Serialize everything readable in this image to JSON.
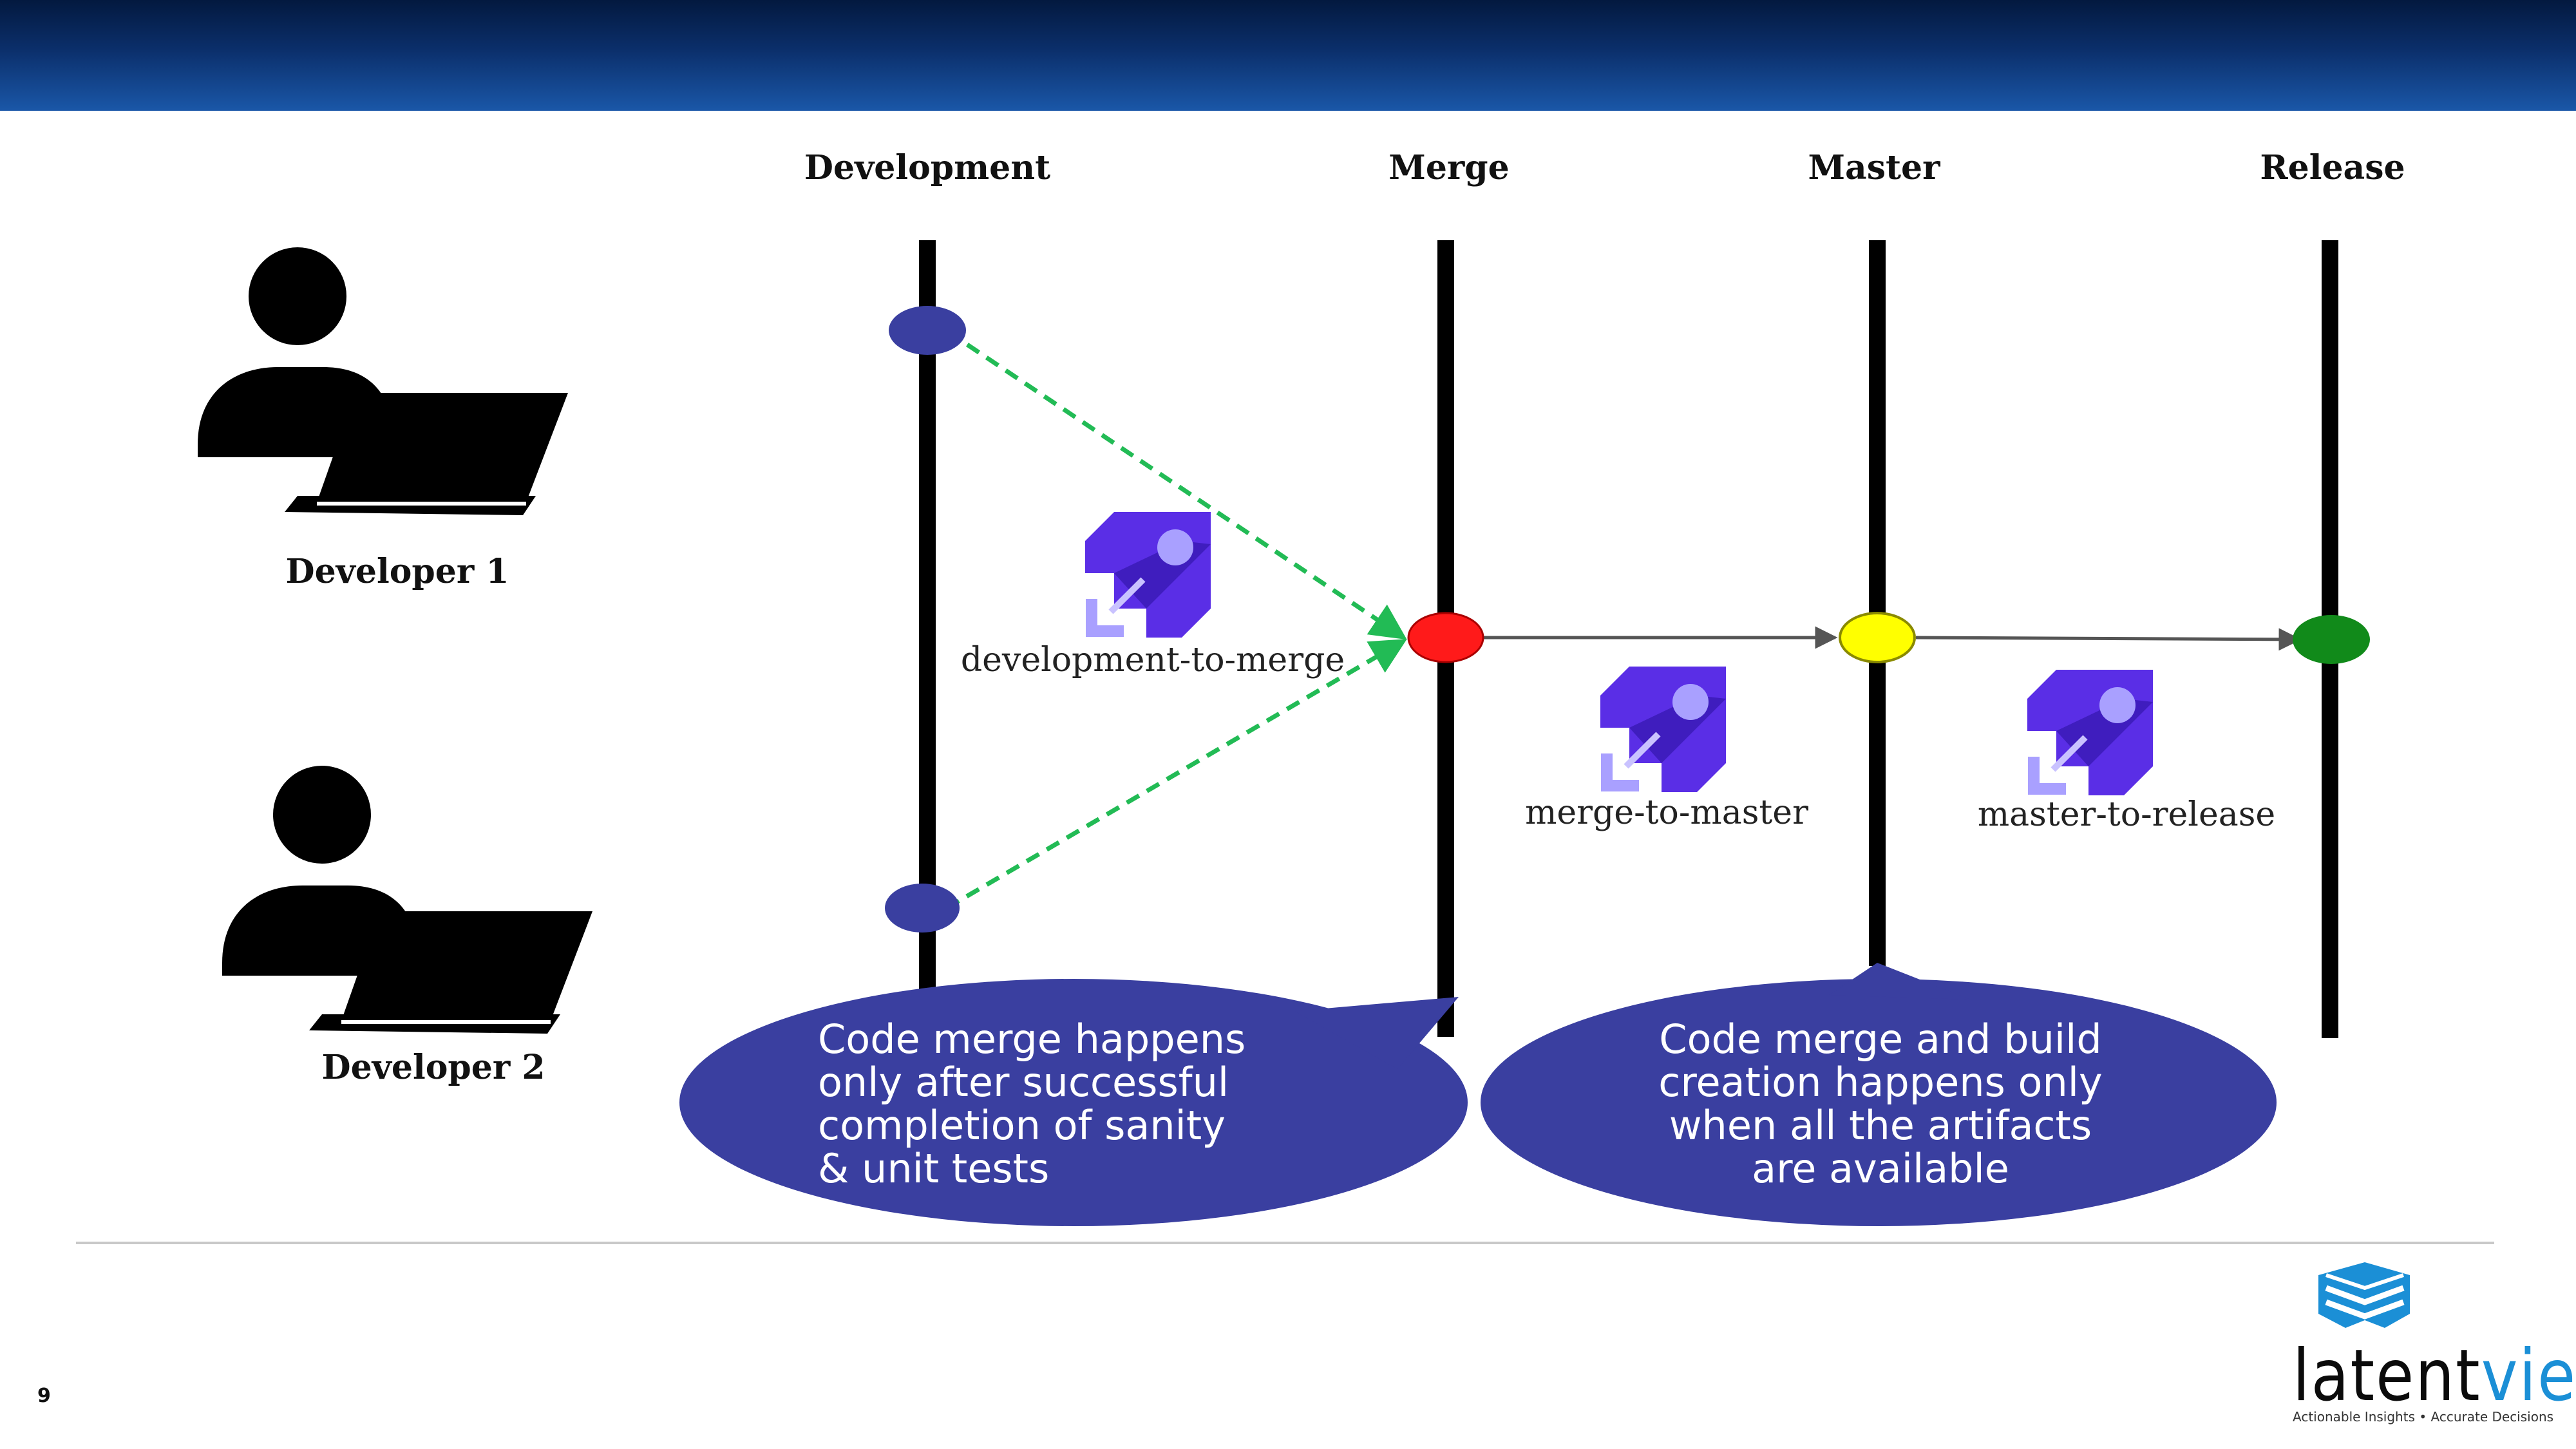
{
  "columns": [
    "Development",
    "Merge",
    "Master",
    "Release"
  ],
  "developers": [
    "Developer 1",
    "Developer 2"
  ],
  "pipelines": [
    "development-to-merge",
    "merge-to-master",
    "master-to-release"
  ],
  "callouts": {
    "left": [
      "Code merge happens",
      "only after successful",
      "completion of sanity",
      "& unit tests"
    ],
    "right": [
      "Code merge and build",
      "creation happens only",
      "when all the artifacts",
      "are available"
    ]
  },
  "colors": {
    "header": "#0b2f6b",
    "dev_node": "#3a3fa0",
    "merge_node": "#ff1a1a",
    "master_node": "#ffff00",
    "release_node": "#118a1a",
    "callout": "#3a3fa0",
    "dashed_arrow": "#22bb55",
    "pipeline_icon": "#5a2ee6"
  },
  "icons": {
    "developer": "person-with-laptop-icon",
    "pipeline": "rocket-pipeline-icon"
  },
  "page_number": "9",
  "logo": {
    "word_main": "latent",
    "word_accent": "view",
    "tagline": "Actionable Insights • Accurate Decisions"
  }
}
